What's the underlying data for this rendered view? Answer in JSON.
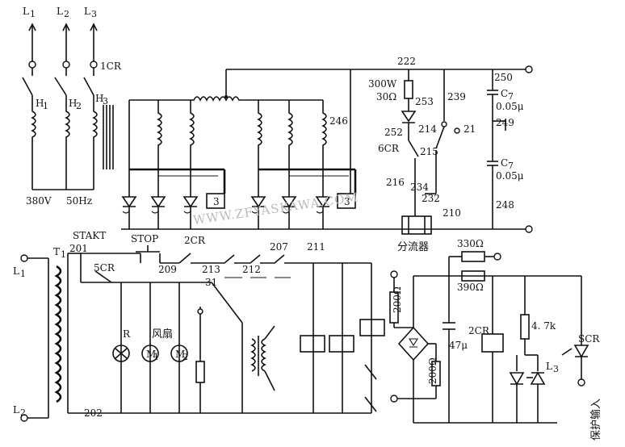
{
  "labels": {
    "L1": "L",
    "L1_sub": "1",
    "L2": "L",
    "L2_sub": "2",
    "L3": "L",
    "L3_sub": "3",
    "cr1": "1CR",
    "H1": "H",
    "H1_sub": "1",
    "H2": "H",
    "H2_sub": "2",
    "H3": "H",
    "H3_sub": "3",
    "v380": "380V",
    "hz50": "50Hz",
    "n222": "222",
    "n246": "246",
    "r300w": "300W",
    "r30": "30Ω",
    "n253": "253",
    "n239": "239",
    "n252": "252",
    "n214": "214",
    "n21": "21",
    "cr6": "6CR",
    "n215": "215",
    "n216": "216",
    "n234": "234",
    "n232": "232",
    "n210": "210",
    "shunt": "分流器",
    "n250": "250",
    "c7a": "C",
    "c7a_sub": "7",
    "c05a": "0.05μ",
    "n249": "249",
    "c7b": "C",
    "c7b_sub": "7",
    "c05b": "0.05μ",
    "n248": "248",
    "box3a": "3",
    "box3b": "3",
    "start": "STAKT",
    "stop": "STOP",
    "cr2a": "2CR",
    "T1": "T",
    "T1_sub": "1",
    "n201": "201",
    "cr5": "5CR",
    "n209": "209",
    "n213": "213",
    "n212": "212",
    "n207": "207",
    "n211": "211",
    "n31": "31",
    "R": "R",
    "fan": "风扇",
    "M1": "M",
    "M1_sub": "1",
    "M2": "M",
    "M2_sub": "2",
    "n202": "202",
    "LL1": "L",
    "LL1_sub": "1",
    "LL2": "L",
    "LL2_sub": "2",
    "r330": "330Ω",
    "r390": "390Ω",
    "r200a": "200Ω",
    "r200b": "200Ω",
    "c47": "47μ",
    "cr2b": "2CR",
    "r47k": "4. 7k",
    "L3c": "L",
    "L3c_sub": "3",
    "scr": "SCR",
    "prot": "保护输入",
    "watermark": "WWW.ZFYASKAWA.COM"
  }
}
